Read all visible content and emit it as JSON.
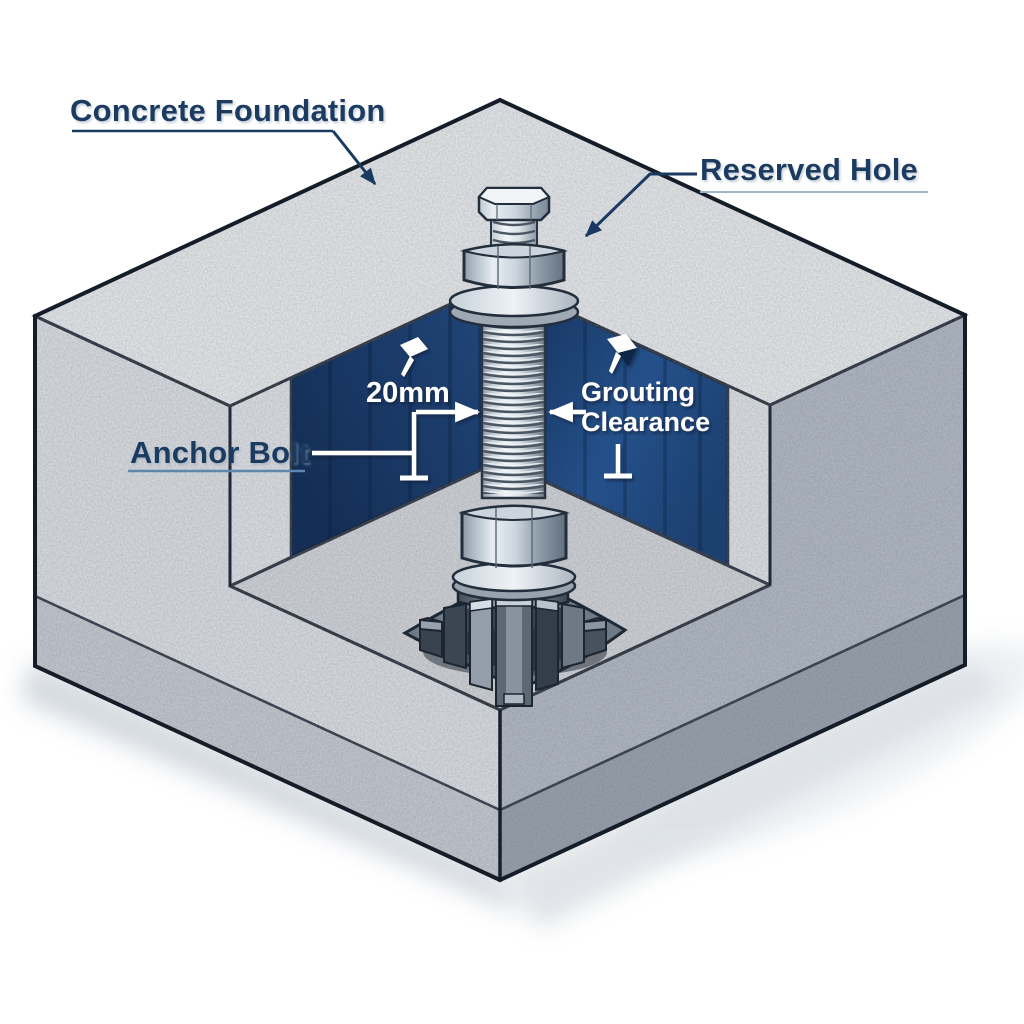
{
  "illustration": {
    "labels": {
      "concrete_foundation": "Concrete Foundation",
      "reserved_hole": "Reserved Hole",
      "anchor_bolt": "Anchor Bolt",
      "clearance_dimension": "20mm",
      "grouting_clearance_line1": "Grouting",
      "grouting_clearance_line2": "Clearance"
    },
    "colors": {
      "label_text": "#1b3a61",
      "underline_light": "#9db4cb",
      "underline_steel": "#5d87ad",
      "annotation_white": "#ffffff",
      "cavity_wall_blue": "#1d4070",
      "concrete_top": "#e9ebee",
      "concrete_left_face": "#dde0e4",
      "concrete_right_face": "#b3bac3",
      "outline_dark": "#1d2733"
    }
  }
}
